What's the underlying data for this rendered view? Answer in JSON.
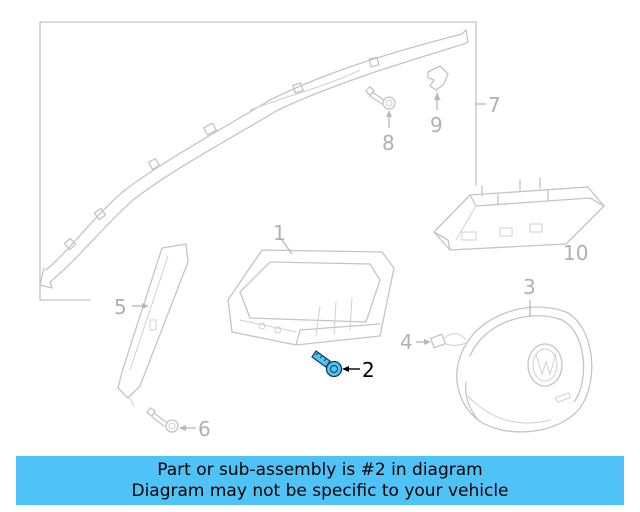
{
  "diagram": {
    "highlight_color": "#4fc3f7",
    "callouts": {
      "c1": "1",
      "c2": "2",
      "c3": "3",
      "c4": "4",
      "c5": "5",
      "c6": "6",
      "c7": "7",
      "c8": "8",
      "c9": "9",
      "c10": "10"
    },
    "highlighted_part": "2"
  },
  "banner": {
    "line1": "Part or sub-assembly is #2 in diagram",
    "line2": "Diagram may not be specific to your vehicle",
    "color": "#4fc3f7"
  }
}
